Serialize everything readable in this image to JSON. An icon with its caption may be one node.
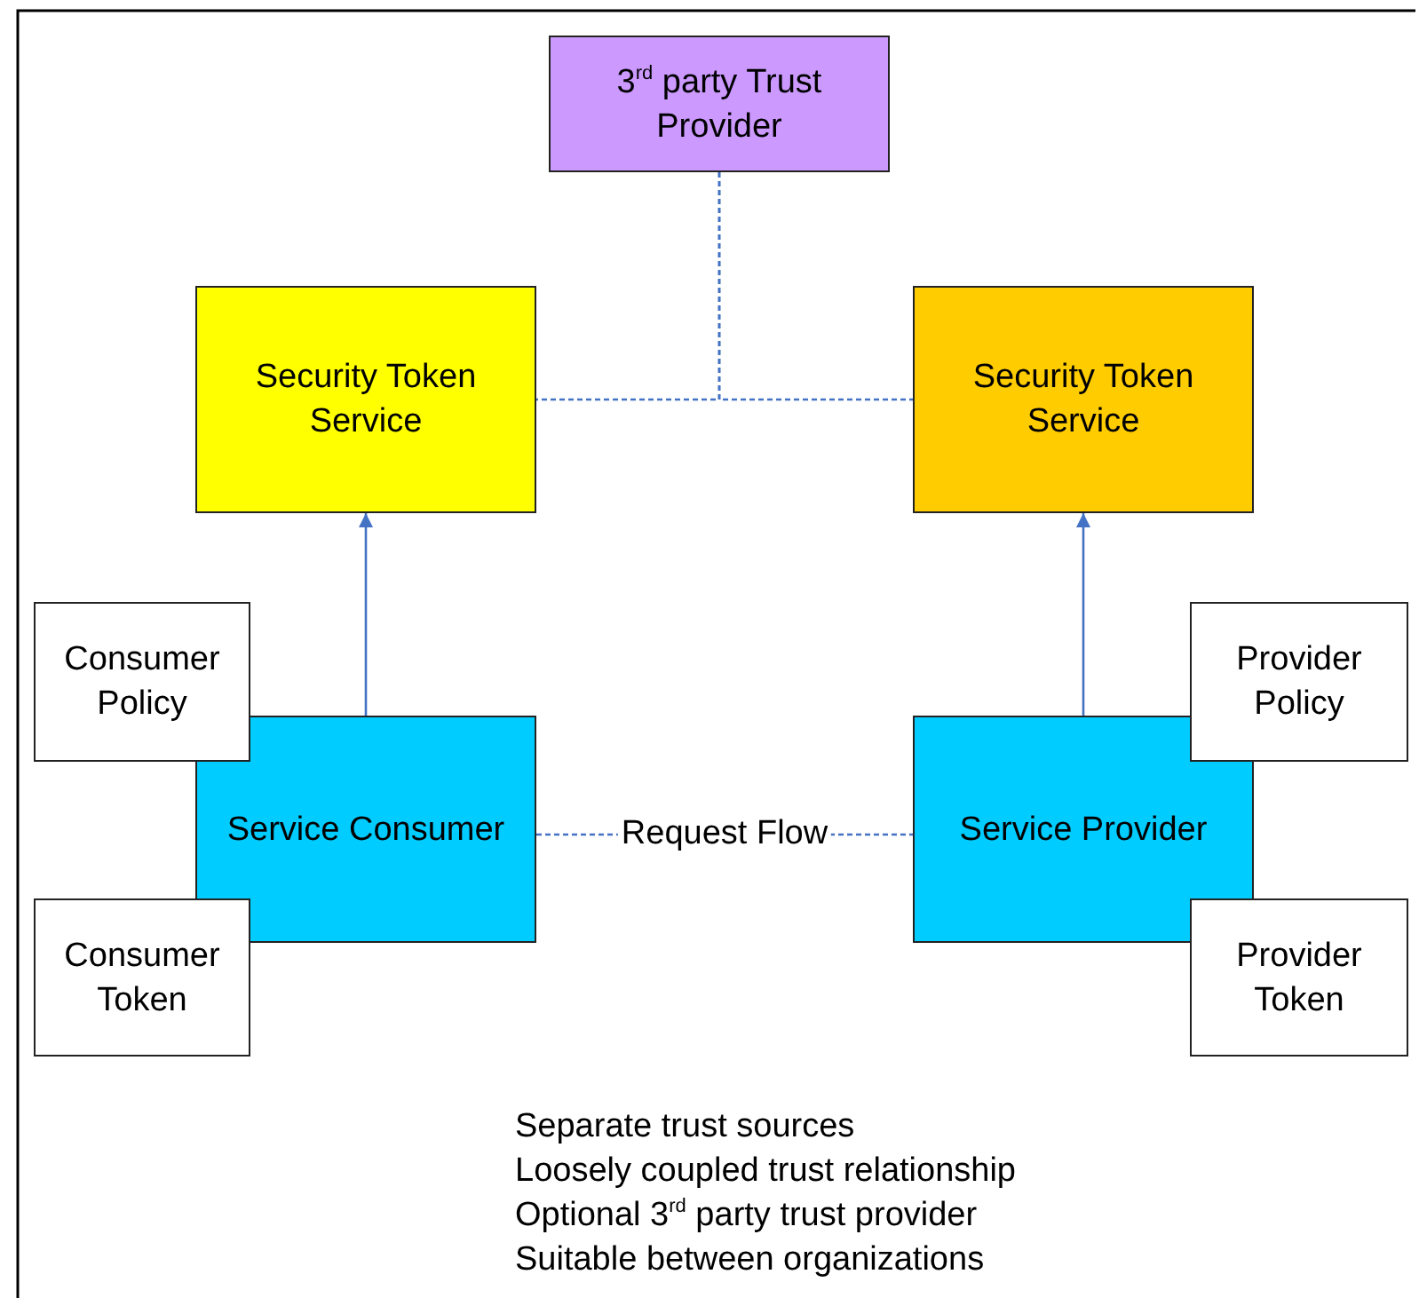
{
  "diagram": {
    "nodes": [
      {
        "text": [
          "3$^{rd}$ party Trust Provider"
        ]
      },
      {
        "text": [
          "Security Token Service"
        ]
      },
      {
        "text": [
          "Security Token Service"
        ]
      },
      {
        "text": [
          "Consumer Policy"
        ]
      },
      {
        "text": [
          "Service Consumer"
        ]
      },
      {
        "text": [
          "Consumer Token"
        ]
      },
      {
        "text": [
          "Provider Policy"
        ]
      },
      {
        "text": [
          "Service Provider"
        ]
      },
      {
        "text": [
          "Provider Token"
        ]
      }
    ],
    "edges": [
      {
        "from": 0,
        "to": 1,
        "arrow": "none",
        "style": "dashed"
      },
      {
        "from": 0,
        "to": 2,
        "arrow": "none",
        "style": "dashed"
      },
      {
        "from": 4,
        "to": 1,
        "arrow": "to"
      },
      {
        "from": 7,
        "to": 2,
        "arrow": "to"
      },
      {
        "from": 4,
        "to": 7,
        "arrow": "none",
        "style": "dashed",
        "label": "Request Flow"
      }
    ],
    "labels": [
      "Separate trust sources",
      "Loosely coupled trust relationship",
      "Optional 3$^{rd}$ party trust provider",
      "Suitable between organizations"
    ]
  }
}
